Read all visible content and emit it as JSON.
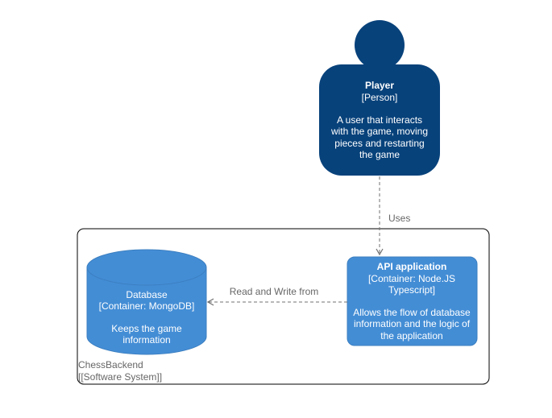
{
  "colors": {
    "person_fill": "#08427b",
    "container_fill": "#438dd5",
    "text_on_dark": "#ffffff",
    "edge_gray": "#707070",
    "boundary_stroke": "#000000",
    "boundary_label": "#666666"
  },
  "person": {
    "name": "Player",
    "type": "[Person]",
    "description": [
      "A user that interacts",
      "with the game, moving",
      "pieces and restarting",
      "the game"
    ]
  },
  "boundary": {
    "name": "ChessBackend",
    "type": "[[Software System]]"
  },
  "api": {
    "name": "API application",
    "type": [
      "[Container: Node.JS",
      "Typescript]"
    ],
    "description": [
      "Allows the flow of database",
      "information and the logic of",
      "the application"
    ]
  },
  "database": {
    "name": "Database",
    "type": "[Container: MongoDB]",
    "description": [
      "Keeps the game",
      "information"
    ]
  },
  "edges": {
    "uses": "Uses",
    "read_write": "Read and Write from"
  }
}
